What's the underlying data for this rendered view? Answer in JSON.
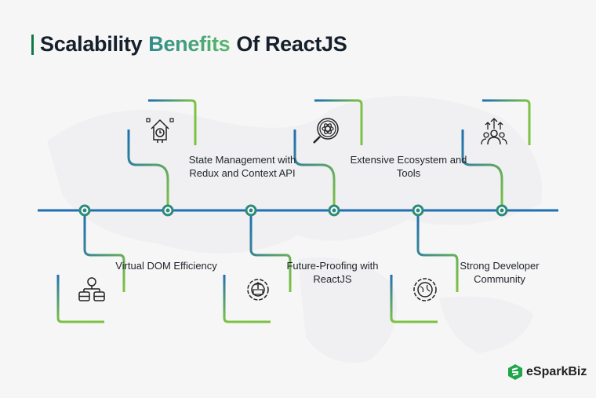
{
  "title": {
    "part1": "Scalability",
    "accent": "Benefits",
    "part2": "Of ReactJS"
  },
  "colors": {
    "blue": "#1f6fb2",
    "green": "#7dc242",
    "title": "#15202b",
    "accent_start": "#2f8a8a",
    "accent_end": "#5bb86b"
  },
  "items": [
    {
      "label": "Virtual DOM Efficiency",
      "icon": "server-gear-icon",
      "position": "below"
    },
    {
      "label": "State Management with Redux and Context API",
      "icon": "cuckoo-clock-icon",
      "position": "above"
    },
    {
      "label": "Future-Proofing with ReactJS",
      "icon": "gear-code-upgrade-icon",
      "position": "below"
    },
    {
      "label": "Extensive Ecosystem and Tools",
      "icon": "react-magnifier-icon",
      "position": "above"
    },
    {
      "label": "Strong Developer Community",
      "icon": "gear-globe-icon",
      "position": "below"
    },
    {
      "label": "",
      "icon": "community-growth-icon",
      "position": "above"
    }
  ],
  "logo": {
    "text": "eSparkBiz",
    "icon": "esparkbiz-logo-icon"
  }
}
